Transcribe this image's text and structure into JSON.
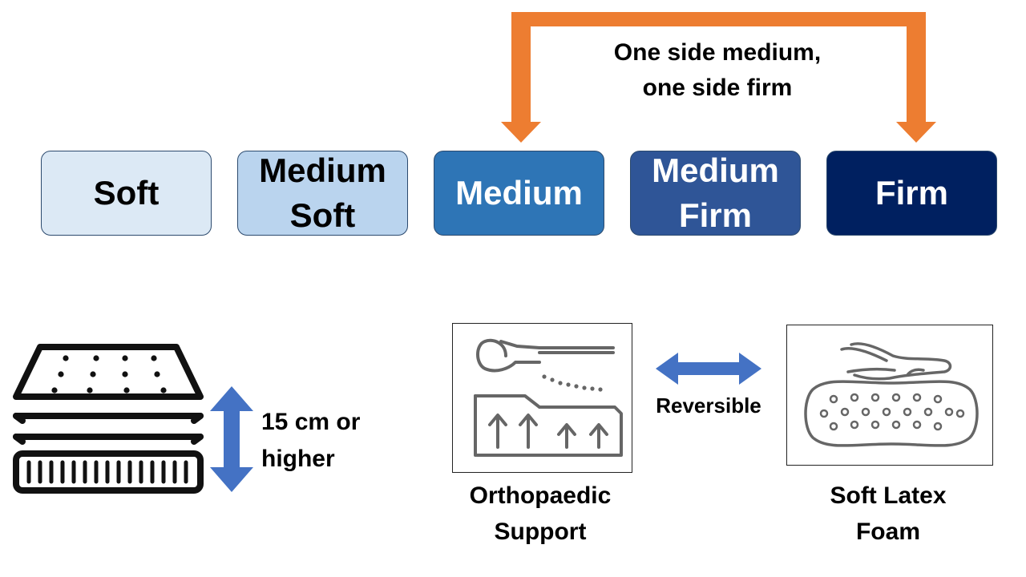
{
  "scale": {
    "levels": [
      {
        "lines": [
          "Soft"
        ]
      },
      {
        "lines": [
          "Medium",
          "Soft"
        ]
      },
      {
        "lines": [
          "Medium"
        ]
      },
      {
        "lines": [
          "Medium",
          "Firm"
        ]
      },
      {
        "lines": [
          "Firm"
        ]
      }
    ]
  },
  "dual_side": {
    "line1": "One side medium,",
    "line2": "one side firm"
  },
  "height_note": {
    "line1": "15 cm or",
    "line2": "higher"
  },
  "reversible": {
    "label": "Reversible"
  },
  "features": {
    "ortho": {
      "line1": "Orthopaedic",
      "line2": "Support"
    },
    "latex": {
      "line1": "Soft Latex",
      "line2": "Foam"
    }
  },
  "colors": {
    "orange_arrow": "#ed7d31",
    "blue_arrow": "#4472c4",
    "soft": "#dce9f5",
    "medium_soft": "#bad4ee",
    "medium": "#2e75b6",
    "medium_firm": "#2f5597",
    "firm": "#002060"
  }
}
